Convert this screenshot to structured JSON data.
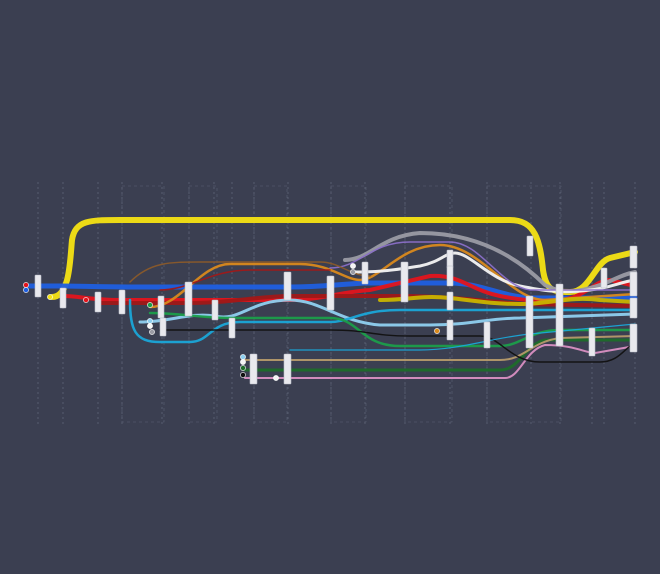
{
  "diagram": {
    "type": "metro-flow",
    "colors": {
      "background": "#3b3f51",
      "yellow": "#f5e313",
      "blue": "#1f5fe0",
      "red": "#e3141c",
      "darkred": "#a01818",
      "orange": "#d9891c",
      "gray": "#9a9ba4",
      "lightblue": "#8fd0f0",
      "cyan": "#1aa7d8",
      "green": "#1b9e4a",
      "darkgreen": "#1d6b2a",
      "pink": "#d98fc2",
      "tan": "#b59a6a",
      "olive": "#c8b400",
      "black": "#111111",
      "white": "#f4f4f4",
      "purple": "#8a6fc8",
      "brown": "#8a5a2a"
    },
    "columns": [
      "",
      "",
      "",
      "",
      "",
      "",
      "",
      "",
      "",
      "",
      "",
      "",
      "",
      "",
      ""
    ],
    "nodes": [
      {
        "id": "n1",
        "label": ""
      },
      {
        "id": "n2",
        "label": ""
      },
      {
        "id": "n3",
        "label": ""
      },
      {
        "id": "n4",
        "label": ""
      },
      {
        "id": "n5",
        "label": ""
      },
      {
        "id": "n6",
        "label": ""
      },
      {
        "id": "n7",
        "label": ""
      },
      {
        "id": "n8",
        "label": ""
      },
      {
        "id": "n9",
        "label": ""
      },
      {
        "id": "n10",
        "label": ""
      },
      {
        "id": "n11",
        "label": ""
      },
      {
        "id": "n12",
        "label": ""
      },
      {
        "id": "n13",
        "label": ""
      },
      {
        "id": "n14",
        "label": ""
      },
      {
        "id": "n15",
        "label": ""
      },
      {
        "id": "n16",
        "label": ""
      },
      {
        "id": "n17",
        "label": ""
      },
      {
        "id": "n18",
        "label": ""
      },
      {
        "id": "n19",
        "label": ""
      },
      {
        "id": "n20",
        "label": ""
      },
      {
        "id": "n21",
        "label": ""
      },
      {
        "id": "n22",
        "label": ""
      },
      {
        "id": "n23",
        "label": ""
      },
      {
        "id": "n24",
        "label": ""
      },
      {
        "id": "n25",
        "label": ""
      }
    ],
    "flows": [
      {
        "id": "yellow-main",
        "color": "yellow"
      },
      {
        "id": "blue-main",
        "color": "blue"
      },
      {
        "id": "red-main",
        "color": "red"
      },
      {
        "id": "darkred-main",
        "color": "darkred"
      },
      {
        "id": "orange-main",
        "color": "orange"
      },
      {
        "id": "gray-main",
        "color": "gray"
      },
      {
        "id": "lightblue-main",
        "color": "lightblue"
      },
      {
        "id": "cyan-main",
        "color": "cyan"
      },
      {
        "id": "green-main",
        "color": "green"
      },
      {
        "id": "darkgreen-main",
        "color": "darkgreen"
      },
      {
        "id": "pink-main",
        "color": "pink"
      },
      {
        "id": "tan-main",
        "color": "tan"
      },
      {
        "id": "olive-main",
        "color": "olive"
      },
      {
        "id": "black-main",
        "color": "black"
      },
      {
        "id": "white-main",
        "color": "white"
      }
    ]
  }
}
